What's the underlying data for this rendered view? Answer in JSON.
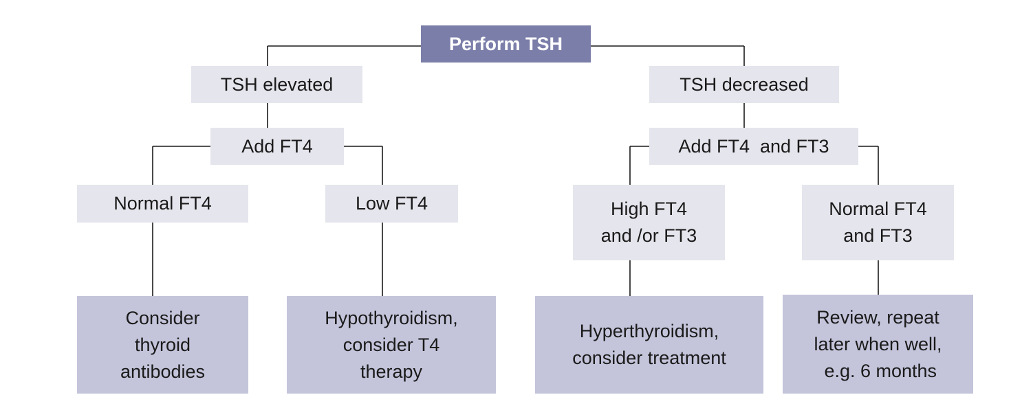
{
  "flowchart": {
    "root": {
      "label": "Perform TSH"
    },
    "elevated": {
      "label": "TSH elevated",
      "test": "Add FT4",
      "normal": {
        "label": "Normal FT4",
        "outcome": [
          "Consider",
          "thyroid",
          "antibodies"
        ]
      },
      "low": {
        "label": "Low FT4",
        "outcome": [
          "Hypothyroidism,",
          "consider T4",
          "therapy"
        ]
      }
    },
    "decreased": {
      "label": "TSH decreased",
      "test": "Add FT4  and FT3",
      "high": {
        "label": [
          "High FT4",
          "and /or FT3"
        ],
        "outcome": [
          "Hyperthyroidism,",
          "consider treatment"
        ]
      },
      "normal": {
        "label": [
          "Normal FT4",
          "and FT3"
        ],
        "outcome": [
          "Review, repeat",
          "later when well,",
          " e.g. 6 months"
        ]
      }
    }
  },
  "colors": {
    "root_fill": "#7b7ea9",
    "node_fill": "#e5e5ed",
    "outcome_fill": "#c4c5db",
    "connector": "#1a1a1a"
  }
}
